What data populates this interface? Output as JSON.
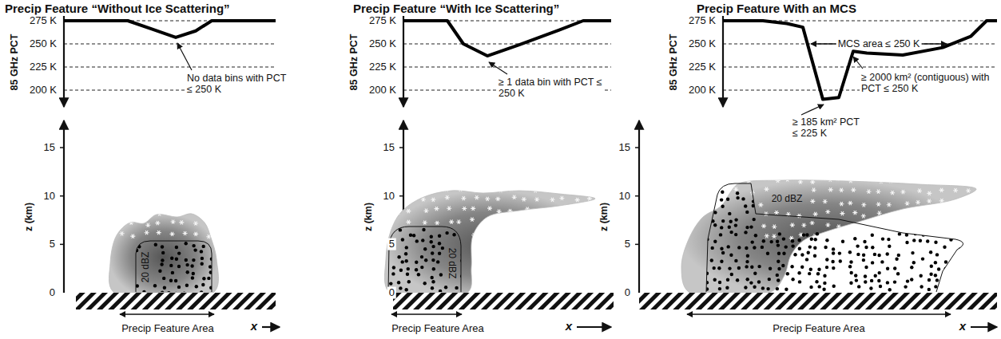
{
  "diagram": {
    "labels": [
      "Precip Feature “Without Ice Scattering”",
      "85 GHz PCT",
      "275 K",
      "250 K",
      "225 K",
      "200 K",
      "No data bins with PCT ≤ 250 K",
      "z (km)",
      "15",
      "10",
      "5",
      "0",
      "20 dBZ",
      "Precip Feature Area",
      "x",
      "Precip Feature “With Ice Scattering”",
      "85 GHz PCT",
      "275 K",
      "250 K",
      "225 K",
      "200 K",
      "≥ 1 data bin with PCT ≤ 250 K",
      "z (km)",
      "15",
      "10",
      "5",
      "0",
      "20 dBZ",
      "Precip Feature Area",
      "x",
      "Precip Feature With an MCS",
      "85 GHz PCT",
      "275 K",
      "250 K",
      "225 K",
      "200 K",
      "MCS area ≤ 250 K",
      "≥ 185 km² PCT ≤ 225 K",
      "≥ 2000 km² (contiguous) with PCT ≤ 250 K",
      "z (km)",
      "15",
      "10",
      "5",
      "0",
      "20 dBZ",
      "Precip Feature Area",
      "x"
    ]
  }
}
